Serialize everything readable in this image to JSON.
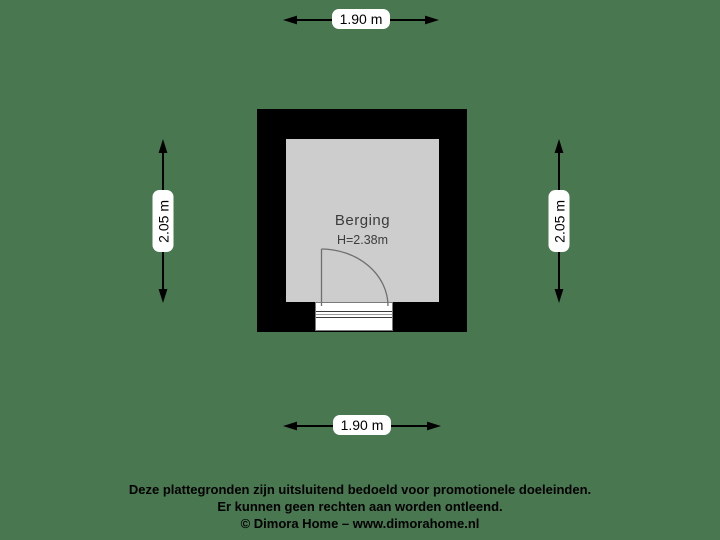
{
  "colors": {
    "background": "#487750",
    "wall": "#000000",
    "floor": "#cdcdcd",
    "dimension_line": "#000000",
    "label_background": "#ffffff",
    "label_text": "#000000",
    "room_text": "#3c3c3c",
    "door_line": "#6f6f6f",
    "footer_text": "#000000"
  },
  "dimensions": {
    "top": "1.90 m",
    "bottom": "1.90 m",
    "left": "2.05 m",
    "right": "2.05 m"
  },
  "room": {
    "name": "Berging",
    "ceiling_height": "H=2.38m"
  },
  "footer": {
    "disclaimer_line1": "Deze plattegronden zijn uitsluitend bedoeld voor promotionele doeleinden.",
    "disclaimer_line2": "Er kunnen geen rechten aan worden ontleend.",
    "copyright": "© Dimora Home – www.dimorahome.nl"
  }
}
